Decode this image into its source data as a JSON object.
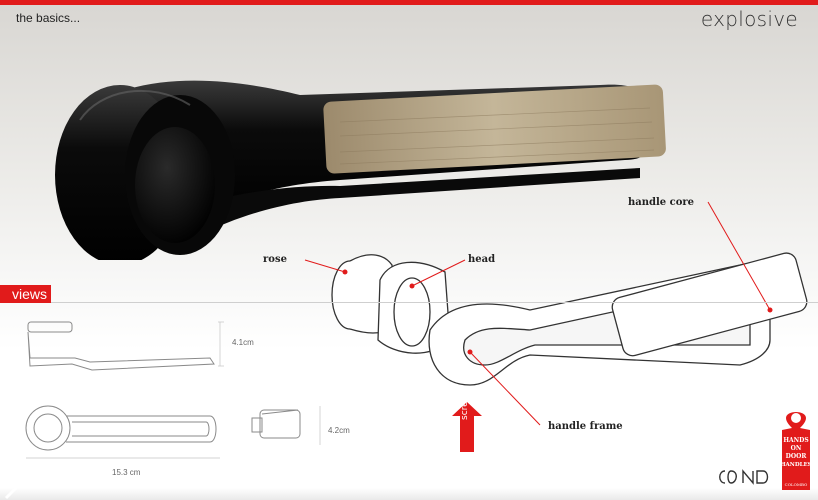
{
  "header": {
    "left_title": "the basics...",
    "right_title": "explosive"
  },
  "views": {
    "tab_label": "views",
    "dimensions": {
      "side_height": "4.1cm",
      "front_height": "4.2cm",
      "length": "15.3 cm"
    }
  },
  "exploded_labels": {
    "rose": "rose",
    "head": "head",
    "handle_core": "handle core",
    "handle_frame": "handle frame",
    "screw": "screw"
  },
  "brand": {
    "tag_lines": [
      "HANDS",
      "ON",
      "DOOR",
      "HANDLES"
    ],
    "tag_brand": "COLOMBO"
  },
  "colors": {
    "accent": "#e11b1b",
    "handle_black": "#0c0c0c",
    "wood": "#b9a88a"
  }
}
